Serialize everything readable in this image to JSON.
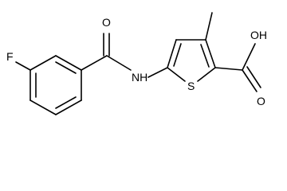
{
  "molecule": {
    "atoms": {
      "fluorine": "F",
      "carbonyl_oxygen": "O",
      "amide_nitrogen": "NH",
      "thiophene_sulfur": "S",
      "carboxyl_oxygen": "O",
      "hydroxyl": "OH"
    }
  },
  "colors": {
    "bond": "#000000",
    "label": "#000000",
    "background": "#ffffff"
  }
}
